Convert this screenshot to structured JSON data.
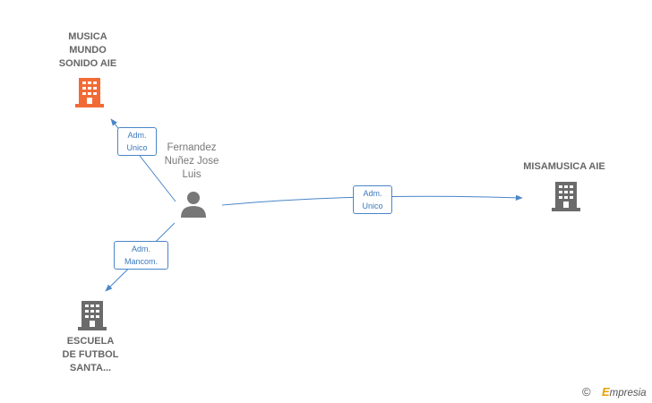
{
  "nodes": {
    "person": {
      "label": "Fernandez Nuñez Jose Luis",
      "lines": [
        "Fernandez",
        "Nuñez Jose",
        "Luis"
      ]
    },
    "musica": {
      "lines": [
        "MUSICA",
        "MUNDO",
        "SONIDO AIE"
      ],
      "color": "#f26a35"
    },
    "misamusica": {
      "lines": [
        "MISAMUSICA AIE"
      ],
      "color": "#6b6b6b"
    },
    "escuela": {
      "lines": [
        "ESCUELA",
        "DE FUTBOL",
        "SANTA..."
      ],
      "color": "#6b6b6b"
    }
  },
  "edges": {
    "to_musica": {
      "lines": [
        "Adm.",
        "Unico"
      ]
    },
    "to_misamusica": {
      "lines": [
        "Adm.",
        "Unico"
      ]
    },
    "to_escuela": {
      "lines": [
        "Adm.",
        "Mancom."
      ]
    }
  },
  "colors": {
    "edge": "#4a86c8",
    "text": "#777777"
  },
  "footer": {
    "copyright": "©",
    "brand_initial": "E",
    "brand_rest": "mpresia"
  }
}
